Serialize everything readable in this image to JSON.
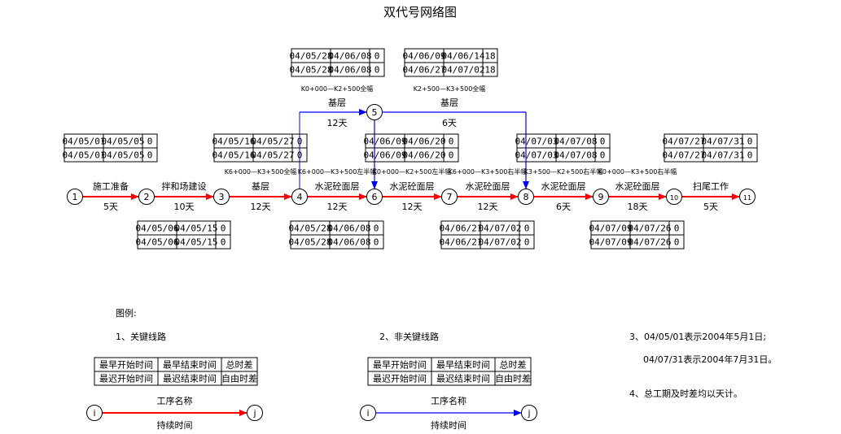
{
  "title": "双代号网络图",
  "nodes": [
    "1",
    "2",
    "3",
    "4",
    "5",
    "6",
    "7",
    "8",
    "9",
    "10",
    "11"
  ],
  "critical_activities": [
    {
      "name": "施工准备",
      "duration": "5天",
      "sub": "",
      "table": {
        "r1": [
          "04/05/01",
          "04/05/05",
          "0"
        ],
        "r2": [
          "04/05/01",
          "04/05/05",
          "0"
        ]
      }
    },
    {
      "name": "拌和场建设",
      "duration": "10天",
      "sub": "",
      "table": {
        "r1": [
          "04/05/06",
          "04/05/15",
          "0"
        ],
        "r2": [
          "04/05/06",
          "04/05/15",
          "0"
        ]
      }
    },
    {
      "name": "基层",
      "duration": "12天",
      "sub": "K6+000—K3+500全幅",
      "table": {
        "r1": [
          "04/05/16",
          "04/05/27",
          "0"
        ],
        "r2": [
          "04/05/16",
          "04/05/27",
          "0"
        ]
      }
    },
    {
      "name": "水泥砼面层",
      "duration": "12天",
      "sub": "K6+000—K3+500左半幅",
      "table": {
        "r1": [
          "04/05/28",
          "04/06/08",
          "0"
        ],
        "r2": [
          "04/05/28",
          "04/06/08",
          "0"
        ]
      }
    },
    {
      "name": "水泥砼面层",
      "duration": "12天",
      "sub": "K0+000—K2+500左半幅",
      "table": {
        "r1": [
          "04/06/09",
          "04/06/20",
          "0"
        ],
        "r2": [
          "04/06/09",
          "04/06/20",
          "0"
        ]
      }
    },
    {
      "name": "水泥砼面层",
      "duration": "12天",
      "sub": "K6+000—K3+500右半幅",
      "table": {
        "r1": [
          "04/06/21",
          "04/07/02",
          "0"
        ],
        "r2": [
          "04/06/21",
          "04/07/02",
          "0"
        ]
      }
    },
    {
      "name": "水泥砼面层",
      "duration": "6天",
      "sub": "K3+500—K2+500右半幅",
      "table": {
        "r1": [
          "04/07/03",
          "04/07/08",
          "0"
        ],
        "r2": [
          "04/07/03",
          "04/07/08",
          "0"
        ]
      }
    },
    {
      "name": "水泥砼面层",
      "duration": "18天",
      "sub": "K0+000—K3+500右半幅",
      "table": {
        "r1": [
          "04/07/09",
          "04/07/26",
          "0"
        ],
        "r2": [
          "04/07/09",
          "04/07/26",
          "0"
        ]
      }
    },
    {
      "name": "扫尾工作",
      "duration": "5天",
      "sub": "",
      "table": {
        "r1": [
          "04/07/27",
          "04/07/31",
          "0"
        ],
        "r2": [
          "04/07/27",
          "04/07/31",
          "0"
        ]
      }
    }
  ],
  "upper_activities": [
    {
      "name": "基层",
      "duration": "12天",
      "sub": "K0+000—K2+500全幅",
      "table": {
        "r1": [
          "04/05/28",
          "04/06/08",
          "0"
        ],
        "r2": [
          "04/05/28",
          "04/06/08",
          "0"
        ]
      }
    },
    {
      "name": "基层",
      "duration": "6天",
      "sub": "K2+500—K3+500全幅",
      "table": {
        "r1": [
          "04/06/09",
          "04/06/14",
          "18"
        ],
        "r2": [
          "04/06/27",
          "04/07/02",
          "18"
        ]
      }
    }
  ],
  "legend": {
    "title": "图例:",
    "critical_label": "1、关键线路",
    "noncritical_label": "2、非关键线路",
    "table": {
      "r1": [
        "最早开始时间",
        "最早结束时间",
        "总时差"
      ],
      "r2": [
        "最迟开始时间",
        "最迟结束时间",
        "自由时差"
      ]
    },
    "node_i": "i",
    "node_j": "j",
    "activity_name": "工序名称",
    "activity_duration": "持续时间",
    "note3_line1": "3、04/05/01表示2004年5月1日;",
    "note3_line2": "04/07/31表示2004年7月31日。",
    "note4": "4、总工期及时差均以天计。"
  },
  "colors": {
    "critical": "#ff0000",
    "noncritical": "#0000ff",
    "line": "#000000"
  }
}
